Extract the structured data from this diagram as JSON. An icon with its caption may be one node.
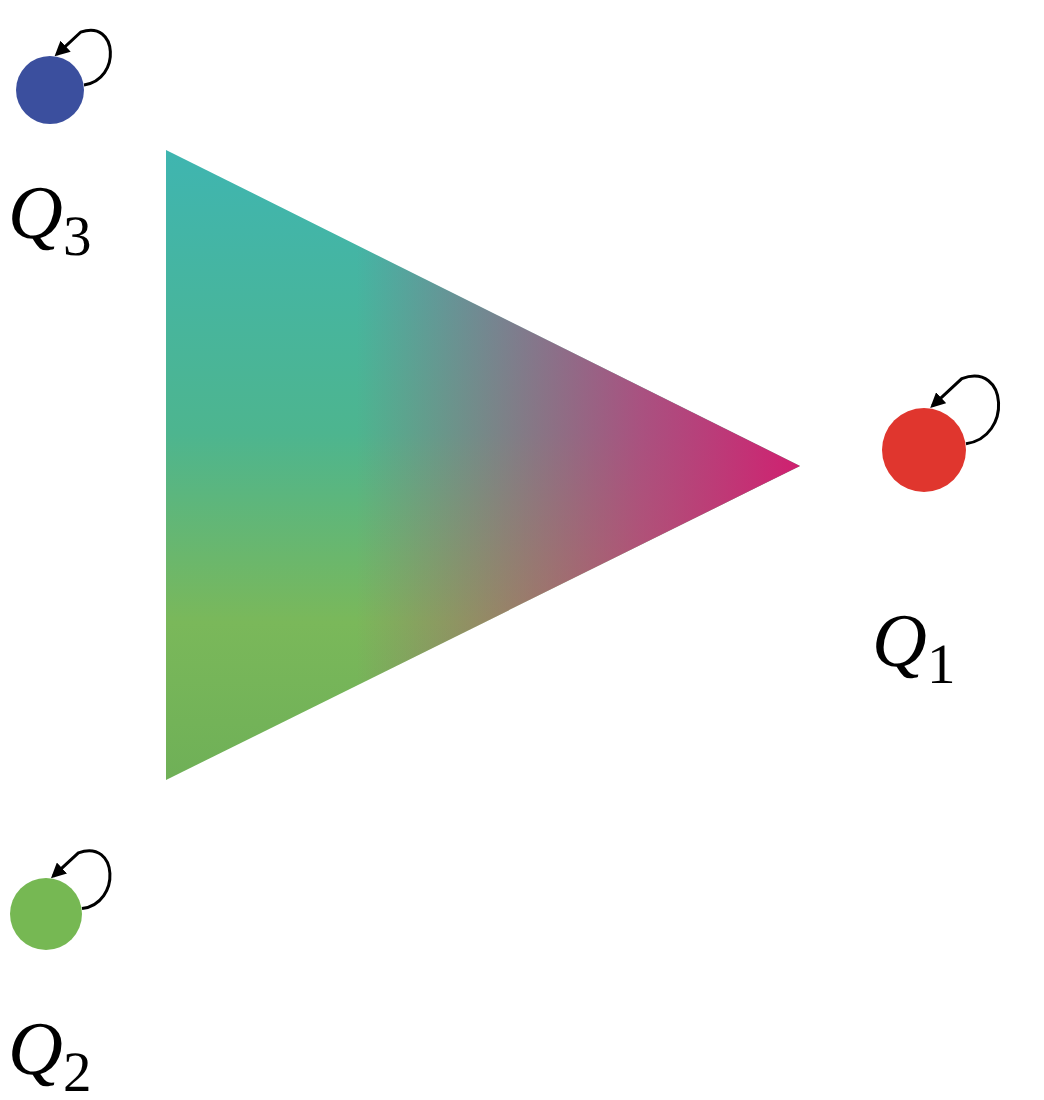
{
  "diagram": {
    "nodes": [
      {
        "text": [],
        "shape": "circle",
        "beside": [
          "*Q*$_{3}$"
        ]
      },
      {
        "text": [],
        "shape": "circle",
        "beside": [
          "*Q*$_{1}$"
        ]
      },
      {
        "text": [],
        "shape": "circle",
        "beside": [
          "*Q*$_{2}$"
        ]
      }
    ],
    "edges": [
      {
        "from": 0,
        "to": 0,
        "arrow": "to"
      },
      {
        "from": 1,
        "to": 1,
        "arrow": "to"
      },
      {
        "from": 2,
        "to": 2,
        "arrow": "to"
      }
    ]
  }
}
